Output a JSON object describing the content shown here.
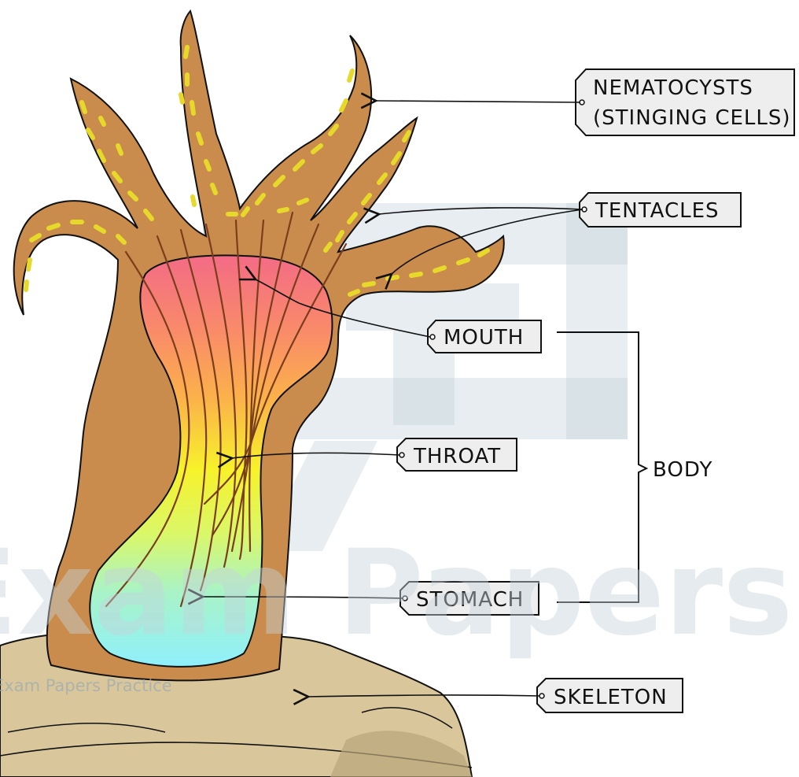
{
  "labels": {
    "nematocysts_line1": "NEMATOCYSTS",
    "nematocysts_line2": "(STINGING CELLS)",
    "tentacles": "TENTACLES",
    "mouth": "MOUTH",
    "throat": "THROAT",
    "stomach": "STOMACH",
    "skeleton": "SKELETON",
    "body": "BODY"
  },
  "watermark": {
    "large": "Exam Papers Practice",
    "small": "Exam Papers Practice"
  },
  "colors": {
    "body_fill": "#c98c4c",
    "outline": "#111111",
    "stingers": "#e7d92a",
    "skeleton_fill": "#d9c79b",
    "skeleton_dark": "#b8a57a",
    "tag_fill": "#eeeeee",
    "gradient_top": "#f77281",
    "gradient_mid": "#f4f42a",
    "gradient_bottom": "#8ff2fb"
  }
}
